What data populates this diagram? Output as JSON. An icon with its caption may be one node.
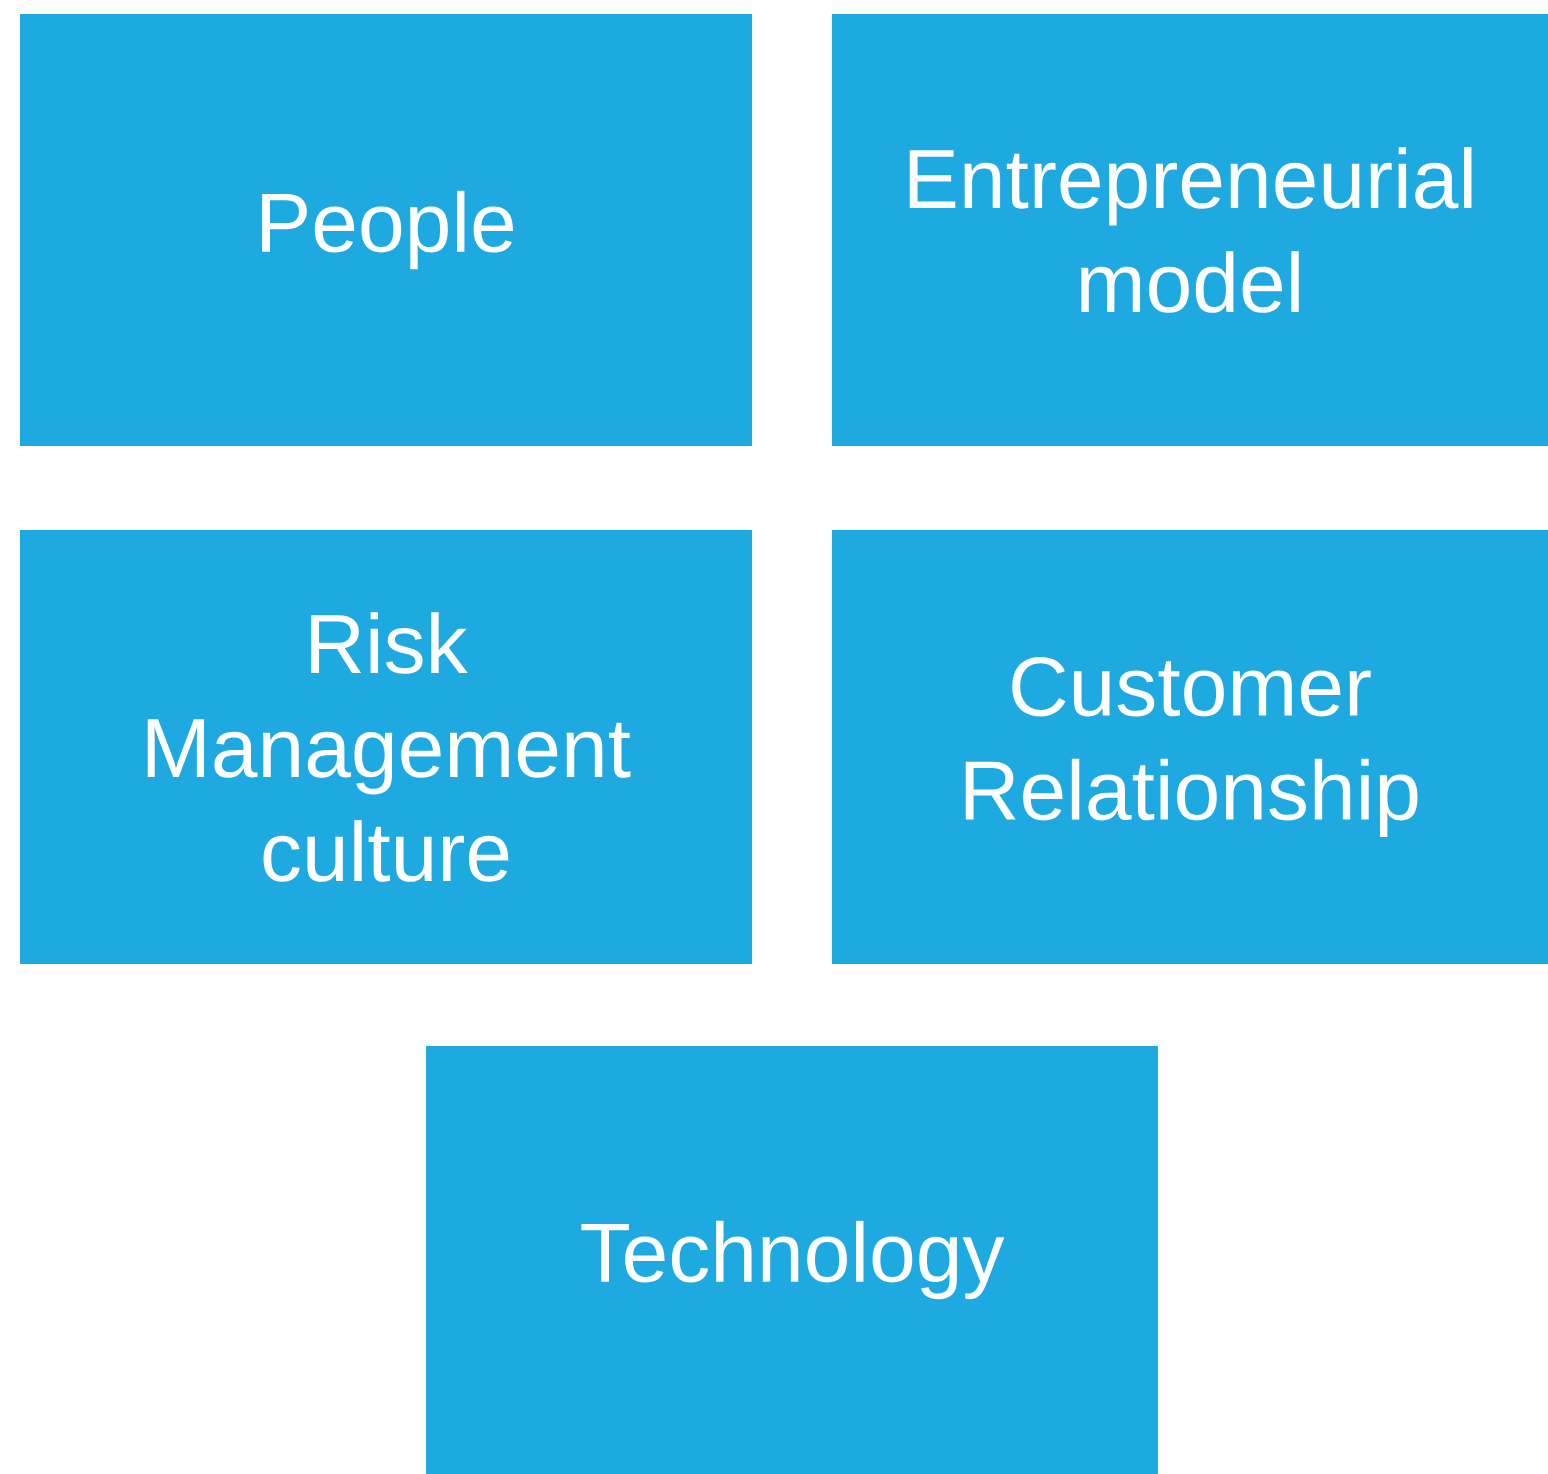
{
  "diagram": {
    "nodes": [
      {
        "text": [
          "People"
        ]
      },
      {
        "text": [
          "Entrepreneurial model"
        ]
      },
      {
        "text": [
          "Risk Management culture"
        ]
      },
      {
        "text": [
          "Customer Relationship"
        ]
      },
      {
        "text": [
          "Technology"
        ]
      }
    ]
  }
}
